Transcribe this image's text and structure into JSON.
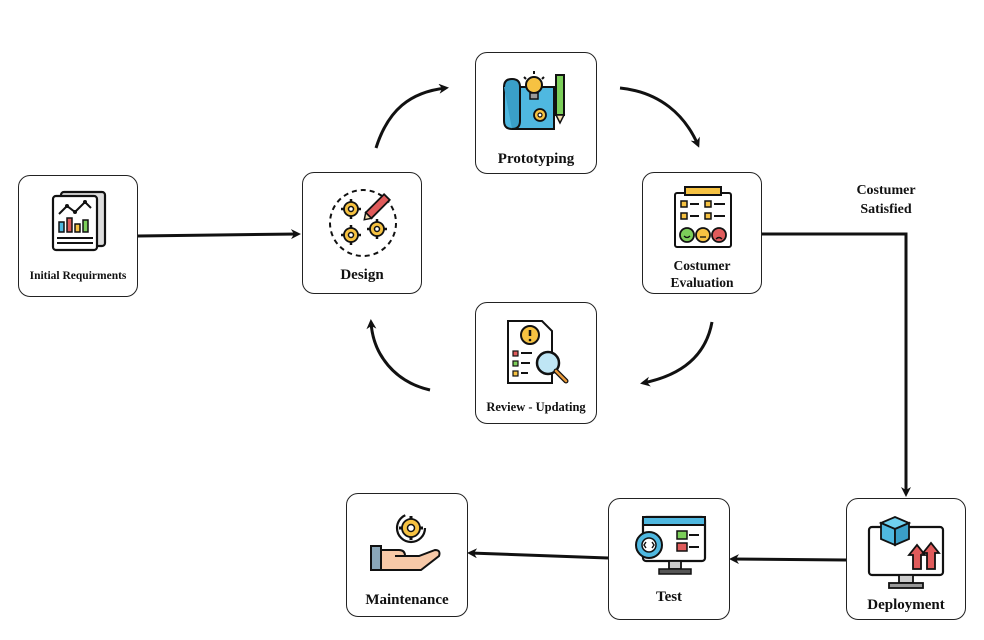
{
  "nodes": {
    "initial": {
      "label": "Initial Requirments",
      "icon": "report-chart-icon"
    },
    "design": {
      "label": "Design",
      "icon": "gears-pencil-icon"
    },
    "prototyping": {
      "label": "Prototyping",
      "icon": "blueprint-idea-icon"
    },
    "evaluation": {
      "label_line1": "Costumer",
      "label_line2": "Evaluation",
      "icon": "feedback-checklist-icon"
    },
    "review": {
      "label": "Review - Updating",
      "icon": "document-search-icon"
    },
    "deployment": {
      "label": "Deployment",
      "icon": "monitor-cube-icon"
    },
    "test": {
      "label": "Test",
      "icon": "monitor-code-icon"
    },
    "maintenance": {
      "label": "Maintenance",
      "icon": "hand-gear-icon"
    }
  },
  "edge_labels": {
    "satisfied_line1": "Costumer",
    "satisfied_line2": "Satisfied"
  },
  "colors": {
    "stroke": "#111111",
    "blue": "#4fb8e0",
    "yellow": "#f6c242",
    "red": "#e05b5b",
    "green": "#7ccf5a"
  }
}
